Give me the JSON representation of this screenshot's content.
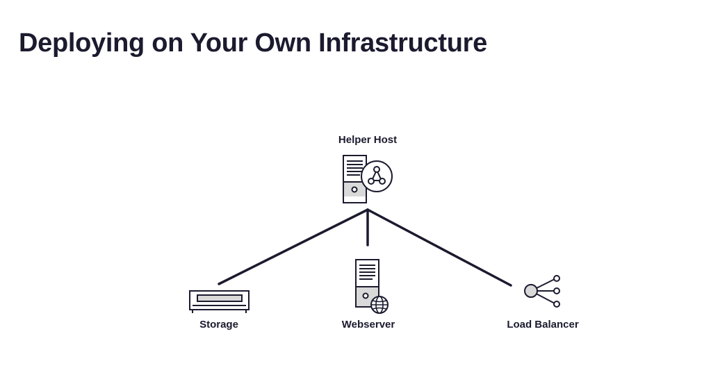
{
  "title": "Deploying on Your Own Infrastructure",
  "colors": {
    "ink": "#1b1a2e",
    "fill_light": "#d9d9d9",
    "background": "#ffffff"
  },
  "nodes": {
    "helper_host": {
      "label": "Helper Host",
      "icon": "server-with-network-hub-icon"
    },
    "storage": {
      "label": "Storage",
      "icon": "storage-drive-icon"
    },
    "webserver": {
      "label": "Webserver",
      "icon": "server-with-globe-icon"
    },
    "load_balancer": {
      "label": "Load Balancer",
      "icon": "load-balancer-icon"
    }
  }
}
